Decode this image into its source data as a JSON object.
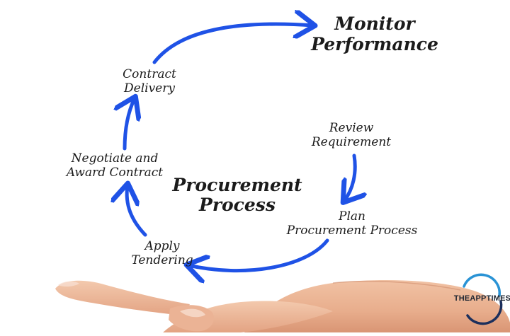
{
  "diagram": {
    "center_title_line1": "Procurement",
    "center_title_line2": "Process",
    "steps": [
      {
        "line1": "Monitor",
        "line2": "Performance"
      },
      {
        "line1": "Review",
        "line2": "Requirement"
      },
      {
        "line1": "Plan",
        "line2": "Procurement Process"
      },
      {
        "line1": "Apply",
        "line2": "Tendering"
      },
      {
        "line1": "Negotiate and",
        "line2": "Award Contract"
      },
      {
        "line1": "Contract",
        "line2": "Delivery"
      }
    ],
    "arrow_color": "#1f52e6"
  },
  "watermark": {
    "text": "THEAPPTIMES"
  },
  "background": {
    "image": "open-palm-hand"
  }
}
